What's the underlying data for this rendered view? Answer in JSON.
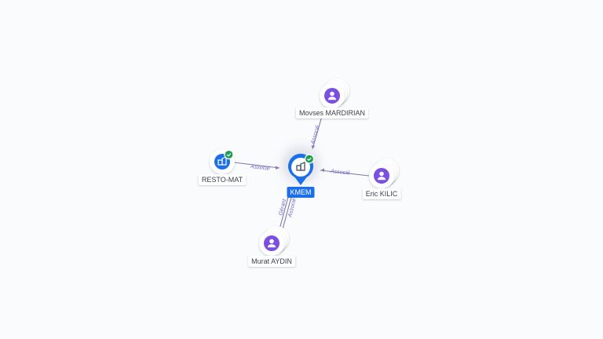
{
  "colors": {
    "person": "#7b4fe0",
    "company": "#1b6fe8",
    "check": "#1f9d55",
    "edge": "#7a7aa8",
    "edge_label": "#6f67c9"
  },
  "nodes": {
    "center": {
      "label": "KMEM",
      "type": "company",
      "verified": true,
      "icon": "building-icon"
    },
    "resto": {
      "label": "RESTO-MAT",
      "type": "company",
      "verified": true,
      "icon": "building-icon"
    },
    "movses": {
      "label": "Movses MARDIRIAN",
      "type": "person",
      "icon": "person-icon"
    },
    "eric": {
      "label": "Eric KILIC",
      "type": "person",
      "icon": "person-icon"
    },
    "murat": {
      "label": "Murat AYDIN",
      "type": "person",
      "icon": "person-icon"
    }
  },
  "edges": {
    "resto_center": "Associé",
    "movses_center": "Associé",
    "eric_center": "Associé",
    "murat_center_1": "Gérant",
    "murat_center_2": "Associé"
  }
}
